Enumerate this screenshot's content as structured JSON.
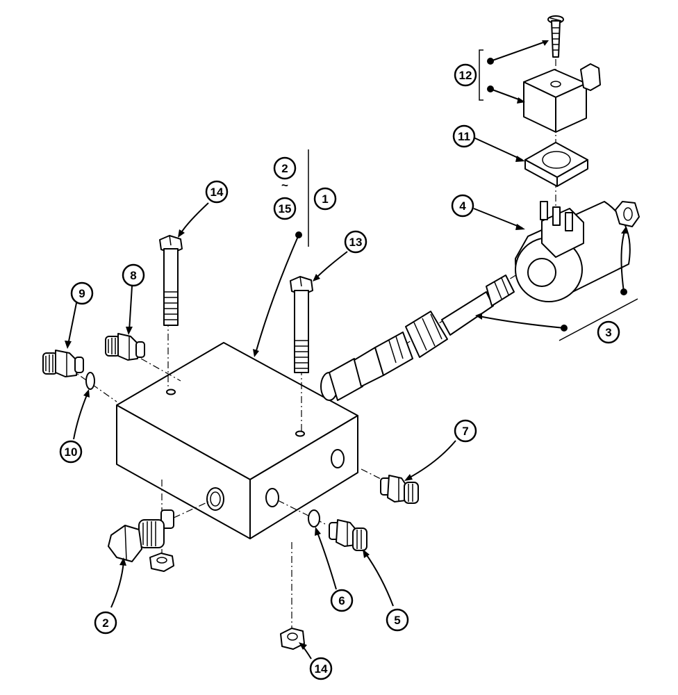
{
  "diagram": {
    "callouts": [
      {
        "id": "c1",
        "label": "1"
      },
      {
        "id": "c2a",
        "label": "2"
      },
      {
        "id": "c15",
        "label": "15"
      },
      {
        "id": "c2b",
        "label": "2"
      },
      {
        "id": "c3",
        "label": "3"
      },
      {
        "id": "c4",
        "label": "4"
      },
      {
        "id": "c5",
        "label": "5"
      },
      {
        "id": "c6",
        "label": "6"
      },
      {
        "id": "c7",
        "label": "7"
      },
      {
        "id": "c8",
        "label": "8"
      },
      {
        "id": "c9",
        "label": "9"
      },
      {
        "id": "c10",
        "label": "10"
      },
      {
        "id": "c11",
        "label": "11"
      },
      {
        "id": "c12",
        "label": "12"
      },
      {
        "id": "c13",
        "label": "13"
      },
      {
        "id": "c14a",
        "label": "14"
      },
      {
        "id": "c14b",
        "label": "14"
      }
    ],
    "range_tilde": "~"
  }
}
